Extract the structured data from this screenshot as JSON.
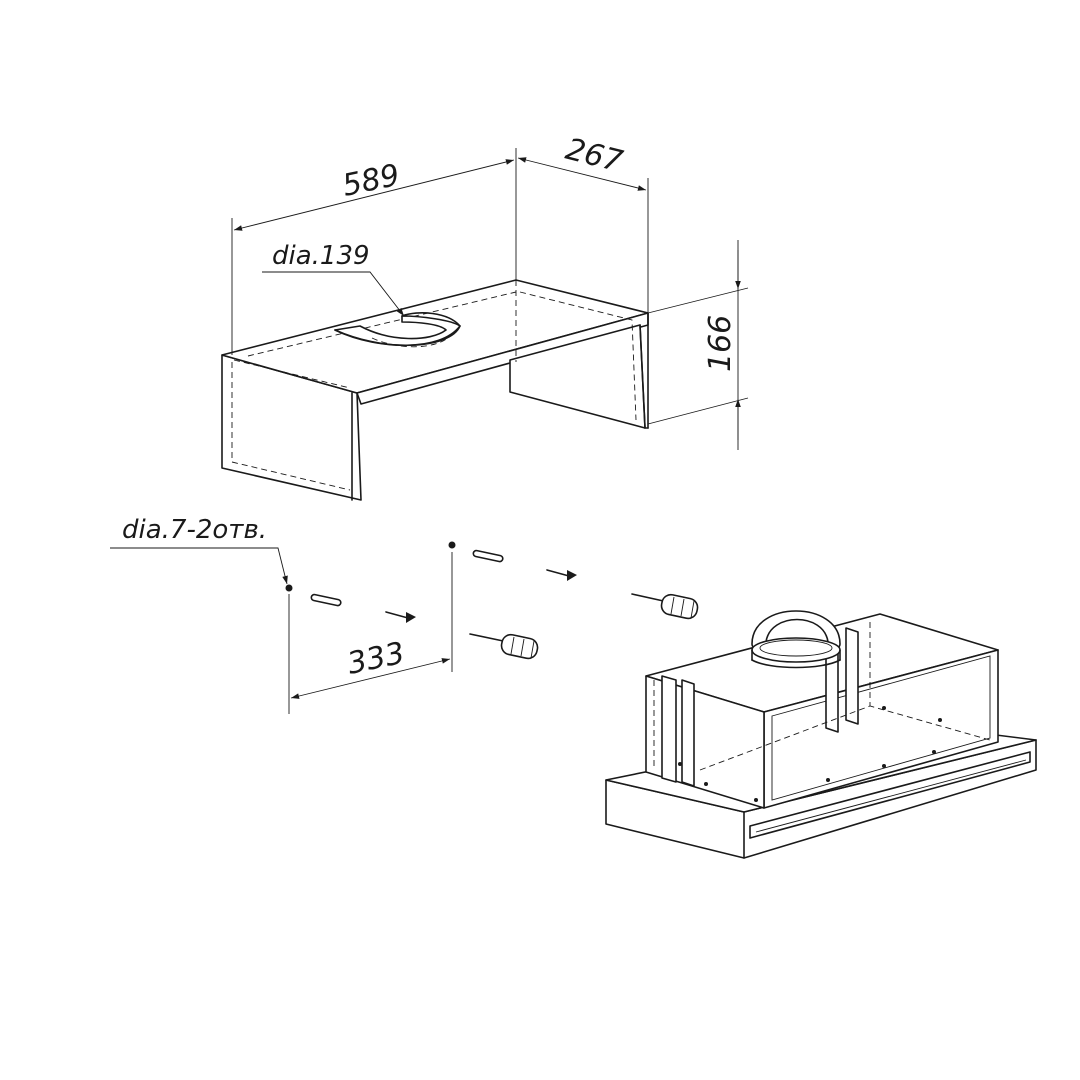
{
  "dimensions": {
    "width_label": "589",
    "depth_label": "267",
    "height_label": "166",
    "hole_spacing_label": "333"
  },
  "annotations": {
    "duct_diameter": "dia.139",
    "mounting_holes": "dia.7-2отв."
  },
  "colors": {
    "line": "#1a1a1a",
    "background": "#ffffff"
  }
}
